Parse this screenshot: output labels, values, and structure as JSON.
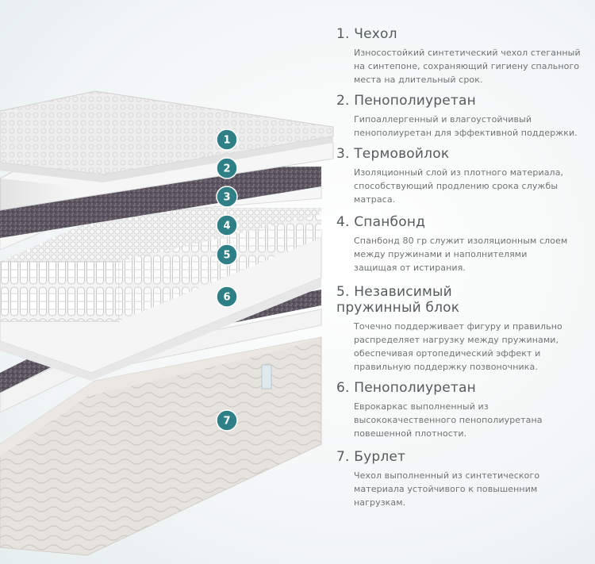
{
  "layers": [
    {
      "badge": "1",
      "title": "1. Чехол",
      "description": [
        "Износостойкий синтетический чехол стеганный",
        "на синтепоне, сохраняющий гигиену спального",
        "места на длительный срок."
      ]
    },
    {
      "badge": "2",
      "title": "2. Пенополиуретан",
      "description": [
        "Гипоаллергенный и влагоустойчивый",
        "пенополиуретан для эффективной поддержки."
      ]
    },
    {
      "badge": "3",
      "title": "3. Термовойлок",
      "description": [
        "Изоляционный слой из плотного материала,",
        "способствующий продлению срока службы",
        "матраса."
      ]
    },
    {
      "badge": "4",
      "title": "4. Спанбонд",
      "description": [
        "Спанбонд 80 гр служит изоляционным слоем",
        "между пружинами и наполнителями",
        "защищая от истирания."
      ]
    },
    {
      "badge": "5",
      "title": [
        "5. Независимый",
        "пружинный блок"
      ],
      "description": [
        "Точечно поддерживает фигуру и правильно",
        "распределяет нагрузку между пружинами,",
        "обеспечивая ортопедический эффект и",
        "правильную поддержку позвоночника."
      ]
    },
    {
      "badge": "6",
      "title": "6. Пенополиуретан",
      "description": [
        "Еврокаркас выполненный из",
        "высококачественного пенополиуретана",
        "повешенной плотности."
      ]
    },
    {
      "badge": "7",
      "title": "7. Бурлет",
      "description": [
        "Чехол выполненный из синтетического",
        "материала устойчивого к повышенним",
        "нагрузкам."
      ]
    }
  ],
  "colors": {
    "badge": "#2f7f86",
    "title_text": "#555b5e",
    "desc_text": "#6e7375",
    "felt": "#5b5460",
    "foam": "#f2f2f2",
    "cover": "#ededed"
  }
}
